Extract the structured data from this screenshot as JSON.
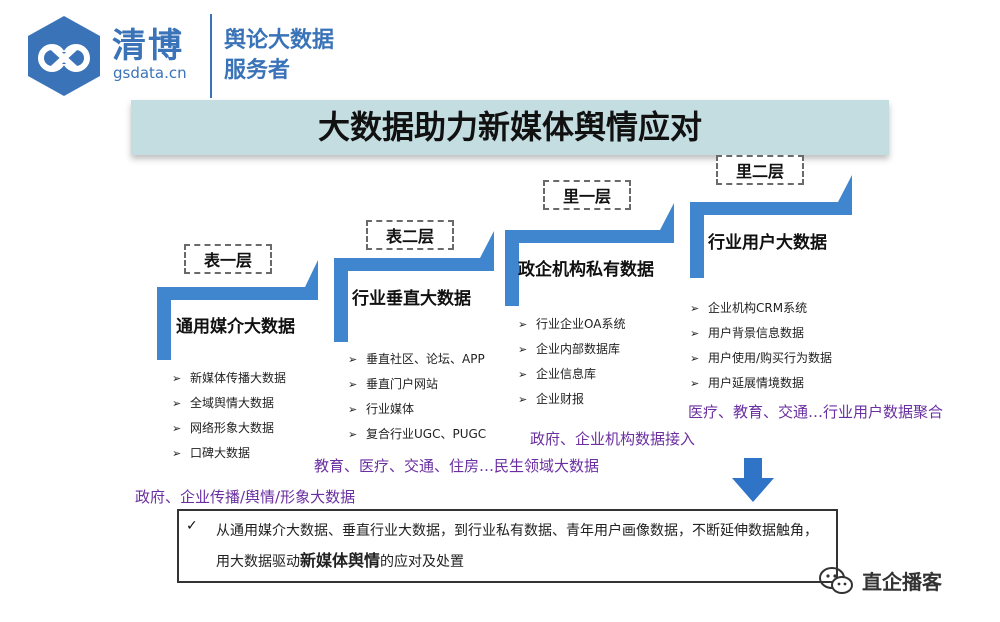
{
  "brand": {
    "name": "清博",
    "domain": "gsdata.cn",
    "slogan_line1": "舆论大数据",
    "slogan_line2": "服务者",
    "color": "#3a73b8"
  },
  "title": "大数据助力新媒体舆情应对",
  "layers": [
    {
      "label": "表一层",
      "heading": "通用媒介大数据",
      "items": [
        "新媒体传播大数据",
        "全域舆情大数据",
        "网络形象大数据",
        "口碑大数据"
      ]
    },
    {
      "label": "表二层",
      "heading": "行业垂直大数据",
      "items": [
        "垂直社区、论坛、APP",
        "垂直门户网站",
        "行业媒体",
        "复合行业UGC、PUGC"
      ]
    },
    {
      "label": "里一层",
      "heading": "政企机构私有数据",
      "items": [
        "行业企业OA系统",
        "企业内部数据库",
        "企业信息库",
        "企业财报"
      ]
    },
    {
      "label": "里二层",
      "heading": "行业用户大数据",
      "items": [
        "企业机构CRM系统",
        "用户背景信息数据",
        "用户使用/购买行为数据",
        "用户延展情境数据"
      ]
    }
  ],
  "purple_notes": [
    "政府、企业传播/舆情/形象大数据",
    "教育、医疗、交通、住房…民生领域大数据",
    "政府、企业机构数据接入",
    "医疗、教育、交通…行业用户数据聚合"
  ],
  "summary": {
    "check": "✓",
    "text_plain": "从通用媒介大数据、垂直行业大数据，到行业私有数据、青年用户画像数据，不断延伸数据触角，用大数据驱动",
    "text_highlight": "新媒体舆情",
    "text_end": "的应对及处置"
  },
  "watermark": "直企播客",
  "colors": {
    "stair_blue": "#3f86cf",
    "banner_bg": "#c4dde1",
    "purple_text": "#6a2fa0",
    "arrow_blue": "#2f74c6"
  }
}
